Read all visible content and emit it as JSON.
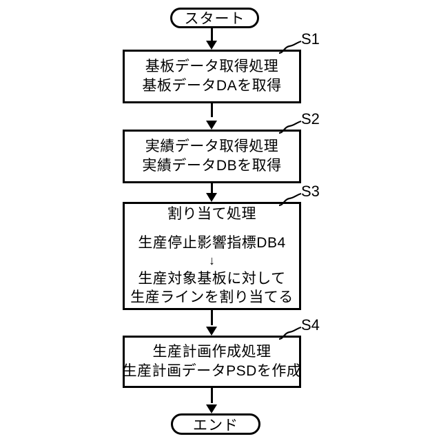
{
  "diagram": {
    "title": "",
    "language": "ja",
    "colors": {
      "stroke": "#000000",
      "fill": "#ffffff",
      "text": "#000000"
    },
    "start": {
      "label": "スタート",
      "shape": "terminal"
    },
    "end": {
      "label": "エンド",
      "shape": "terminal"
    },
    "steps": [
      {
        "id": "S1",
        "tag": "S1",
        "shape": "process",
        "lines": [
          "基板データ取得処理",
          "基板データDAを取得"
        ]
      },
      {
        "id": "S2",
        "tag": "S2",
        "shape": "process",
        "lines": [
          "実績データ取得処理",
          "実績データDBを取得"
        ]
      },
      {
        "id": "S3",
        "tag": "S3",
        "shape": "process",
        "lines": [
          "割り当て処理",
          "生産停止影響指標DB4",
          "生産対象基板に対して",
          "生産ラインを割り当てる"
        ],
        "inner_arrow": "↓"
      },
      {
        "id": "S4",
        "tag": "S4",
        "shape": "process",
        "lines": [
          "生産計画作成処理",
          "生産計画データPSDを作成"
        ]
      }
    ],
    "connectors": [
      {
        "from": "start",
        "to": "S1",
        "arrow": "down"
      },
      {
        "from": "S1",
        "to": "S2",
        "arrow": "down"
      },
      {
        "from": "S2",
        "to": "S3",
        "arrow": "down"
      },
      {
        "from": "S3",
        "to": "S4",
        "arrow": "down"
      },
      {
        "from": "S4",
        "to": "end",
        "arrow": "down"
      }
    ]
  }
}
